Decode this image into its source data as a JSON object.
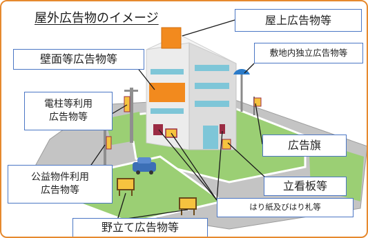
{
  "title": "屋外広告物のイメージ",
  "labels": {
    "rooftop": "屋上広告物等",
    "freestanding": "敷地内独立広告物等",
    "wall": "壁面等広告物等",
    "pole_line1": "電柱等利用",
    "pole_line2": "広告物等",
    "flag": "広告旗",
    "public_line1": "公益物件利用",
    "public_line2": "広告物等",
    "signboard": "立看板等",
    "posters": "はり紙及びはり札等",
    "field": "野立て広告物等"
  },
  "colors": {
    "frame": "#e6892e",
    "label_border": "#4a76c4",
    "ground": "#9bcf74",
    "road": "#b7b7b7",
    "building": "#efefef",
    "window": "#7ec6d8",
    "orange_sign": "#f28a1e",
    "leader": "#1a1a1a"
  }
}
